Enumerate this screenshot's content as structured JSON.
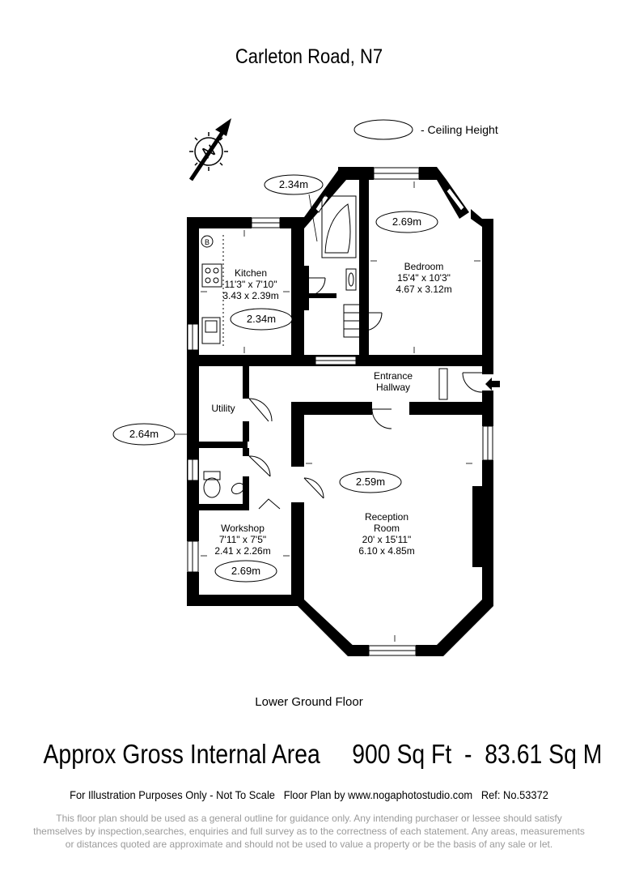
{
  "title": "Carleton Road, N7",
  "legend": {
    "label": "- Ceiling Height"
  },
  "compass": {
    "letter": "N"
  },
  "rooms": {
    "kitchen": {
      "name": "Kitchen",
      "imperial": "11'3\" x 7'10\"",
      "metric": "3.43 x 2.39m",
      "ceiling": "2.34m"
    },
    "bedroom": {
      "name": "Bedroom",
      "imperial": "15'4\" x 10'3\"",
      "metric": "4.67 x 3.12m",
      "ceiling": "2.69m"
    },
    "bathroom": {
      "ceiling": "2.34m"
    },
    "hallway": {
      "name_line1": "Entrance",
      "name_line2": "Hallway"
    },
    "utility": {
      "name": "Utility",
      "ceiling": "2.64m"
    },
    "workshop": {
      "name": "Workshop",
      "imperial": "7'11\" x 7'5\"",
      "metric": "2.41 x 2.26m",
      "ceiling": "2.69m"
    },
    "reception": {
      "name_line1": "Reception",
      "name_line2": "Room",
      "imperial": "20' x 15'11\"",
      "metric": "6.10 x 4.85m",
      "ceiling": "2.59m"
    }
  },
  "boiler": {
    "letter": "B"
  },
  "floor_name": "Lower Ground Floor",
  "area": "Approx Gross Internal Area     900 Sq Ft  -  83.61 Sq M",
  "disclaimer_line": "For Illustration Purposes Only - Not To Scale   Floor Plan by www.nogaphotostudio.com   Ref: No.53372",
  "fineprint": "This floor plan should be used as a general outline for guidance only. Any intending purchaser or lessee should satisfy themselves by inspection,searches, enquiries and full survey as to the correctness of each statement. Any areas, measurements or distances quoted are approximate and should not be used to value a property or be the basis of any sale or let."
}
